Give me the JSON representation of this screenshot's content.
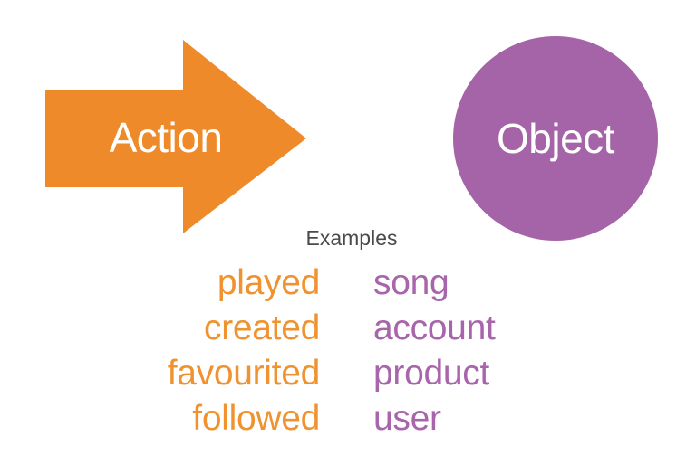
{
  "diagram": {
    "background_color": "#ffffff",
    "action": {
      "shape": "right-arrow",
      "label": "Action",
      "fill_color": "#ee8a2a",
      "text_color": "#ffffff"
    },
    "object": {
      "shape": "circle",
      "label": "Object",
      "fill_color": "#a563a8",
      "text_color": "#ffffff"
    },
    "examples": {
      "heading": "Examples",
      "heading_color": "#4a4a4a",
      "action_color": "#f0922f",
      "object_color": "#a865ab",
      "rows": [
        {
          "action": "played",
          "object": "song"
        },
        {
          "action": "created",
          "object": "account"
        },
        {
          "action": "favourited",
          "object": "product"
        },
        {
          "action": "followed",
          "object": "user"
        }
      ]
    }
  }
}
